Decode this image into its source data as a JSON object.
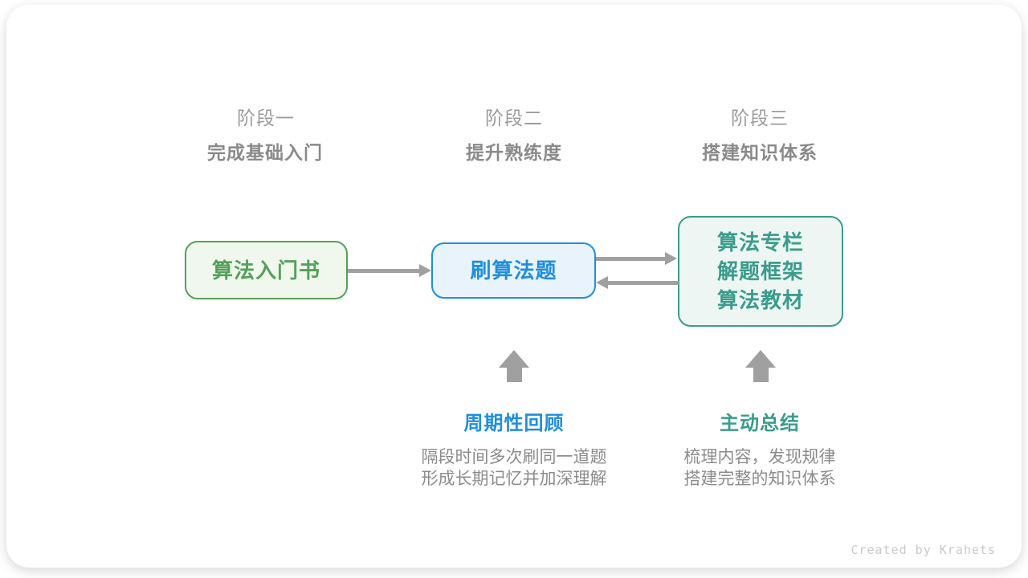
{
  "colors": {
    "card-bg": "#ffffff",
    "green": "#55a05a",
    "green-bg": "#f0f8ee",
    "blue": "#1f8fdd",
    "blue-bg": "#e9f3fb",
    "teal": "#3a9c8c",
    "teal-bg": "#edf6f2",
    "stage-label": "#9c9c9c",
    "stage-subtitle": "#8a8a8a",
    "desc-text": "#8c8c8c",
    "arrow": "#a0a0a0",
    "credit": "#c9c9c9"
  },
  "stages": [
    {
      "label": "阶段一",
      "subtitle": "完成基础入门"
    },
    {
      "label": "阶段二",
      "subtitle": "提升熟练度"
    },
    {
      "label": "阶段三",
      "subtitle": "搭建知识体系"
    }
  ],
  "nodes": [
    {
      "title": "算法入门书"
    },
    {
      "title": "刷算法题"
    },
    {
      "lines": [
        "算法专栏",
        "解题框架",
        "算法教材"
      ]
    }
  ],
  "annotations": [
    {
      "title": "周期性回顾",
      "desc": [
        "隔段时间多次刷同一道题",
        "形成长期记忆并加深理解"
      ]
    },
    {
      "title": "主动总结",
      "desc": [
        "梳理内容，发现规律",
        "搭建完整的知识体系"
      ]
    }
  ],
  "credit": "Created by Krahets"
}
